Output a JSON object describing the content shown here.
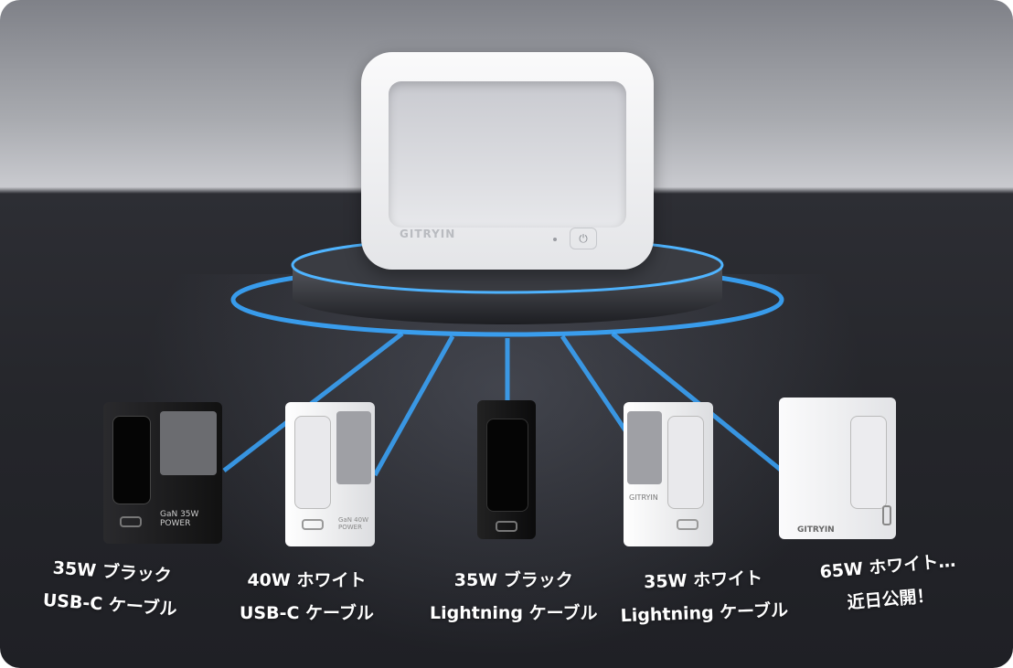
{
  "hub": {
    "brand": "GITRYIN",
    "power_icon": "power-icon"
  },
  "products": [
    {
      "line1": "35W ブラック",
      "line2": "USB-C ケーブル",
      "body_text": "GaN 35W POWER",
      "color": "#1a1a1c"
    },
    {
      "line1": "40W ホワイト",
      "line2": "USB-C ケーブル",
      "body_text": "GaN 40W POWER",
      "color": "#f0f0f2"
    },
    {
      "line1": "35W ブラック",
      "line2": "Lightning ケーブル",
      "color": "#141416"
    },
    {
      "line1": "35W ホワイト",
      "line2": "Lightning ケーブル",
      "body_text": "GITRYIN",
      "color": "#f0f0f2"
    },
    {
      "line1": "65W ホワイト…",
      "line2": "近日公開！",
      "body_text": "GITRYIN",
      "color": "#f2f2f4"
    }
  ],
  "colors": {
    "accent_blue": "#3aa7ff"
  }
}
